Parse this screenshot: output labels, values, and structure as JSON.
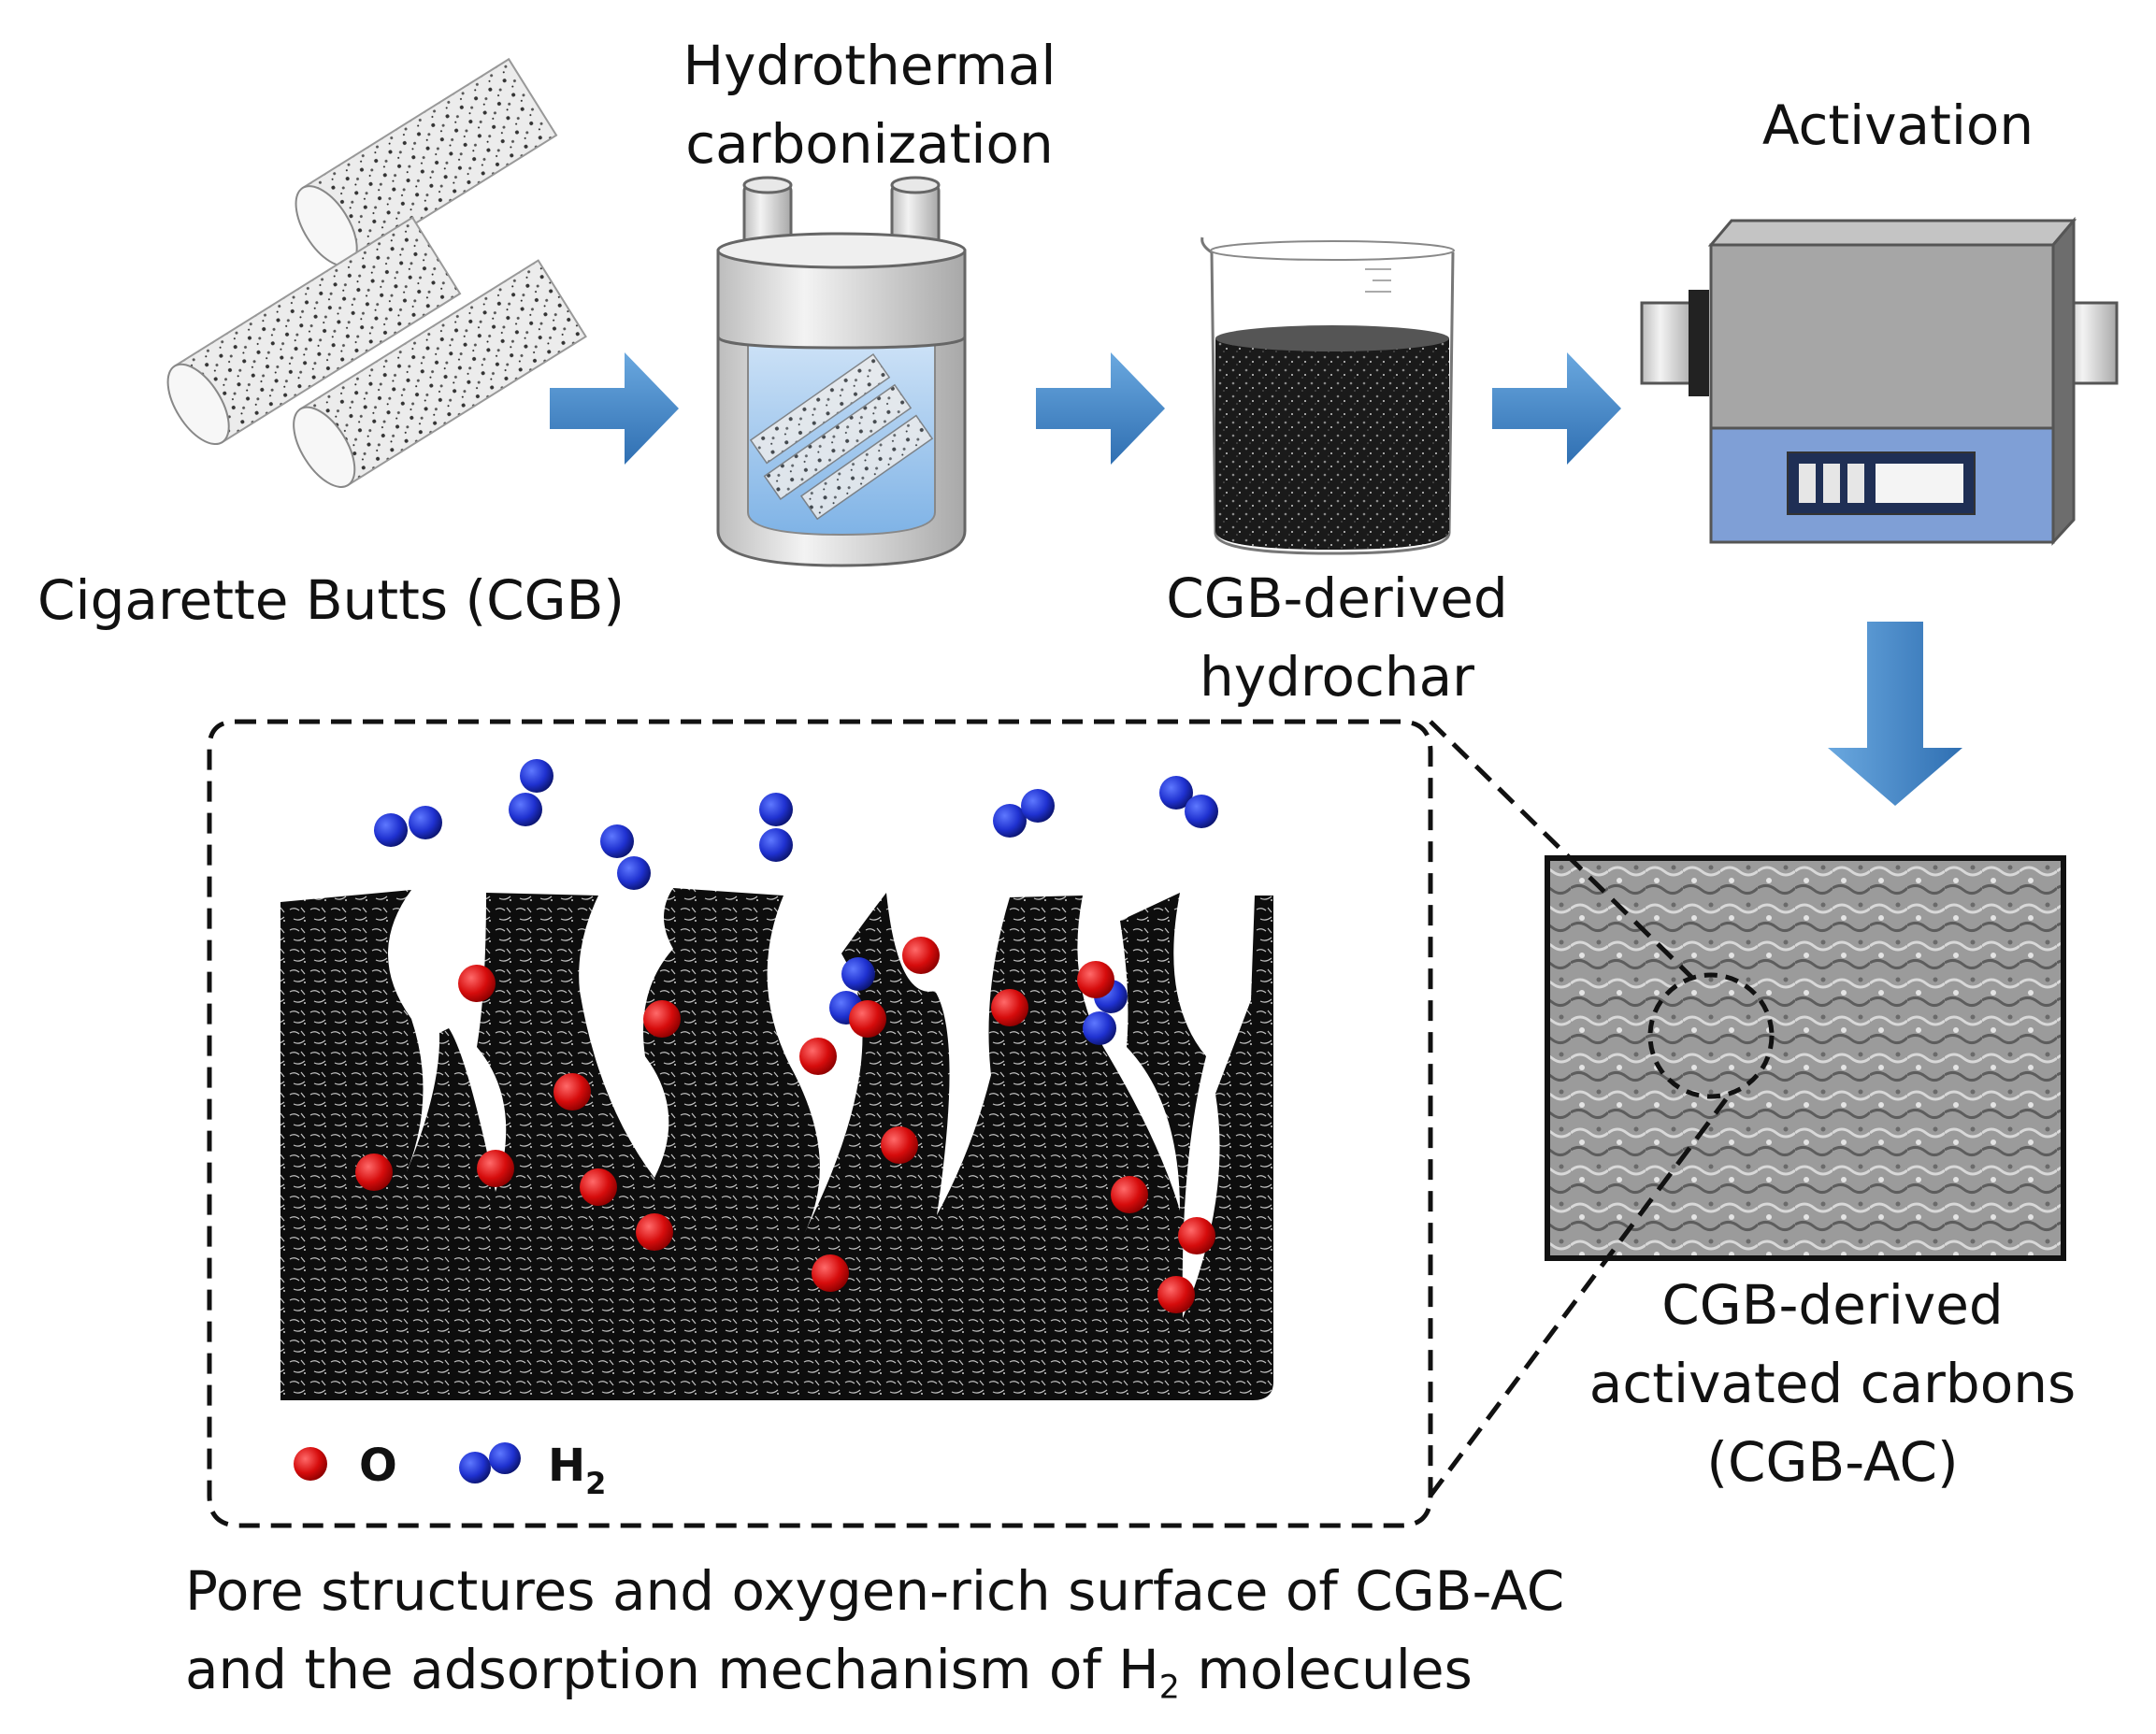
{
  "steps": {
    "cigarette_butts": "Cigarette Butts (CGB)",
    "hydrothermal": [
      "Hydrothermal",
      "carbonization"
    ],
    "hydrochar": [
      "CGB-derived",
      "hydrochar"
    ],
    "activation": "Activation",
    "activated_carbons": [
      "CGB-derived",
      "activated carbons",
      "(CGB-AC)"
    ]
  },
  "legend": {
    "oxygen_label": "O",
    "hydrogen_label": "H",
    "hydrogen_subscript": "2"
  },
  "caption": {
    "line1": "Pore structures and oxygen-rich surface of CGB-AC",
    "line2_prefix": "and the adsorption mechanism of H",
    "line2_subscript": "2",
    "line2_suffix": " molecules"
  },
  "colors": {
    "arrow": "#4a8fcf",
    "oxygen": "#d01010",
    "hydrogen": "#1a2fc8",
    "furnace_body": "#a6a6a6",
    "furnace_panel": "#7f9fd6",
    "carbon": "#111111"
  },
  "icons": {
    "cigarette_butts": "cigarette-butts-illustration",
    "reactor": "hydrothermal-reactor-illustration",
    "beaker": "beaker-illustration",
    "furnace": "tube-furnace-illustration",
    "sem": "sem-micrograph-illustration"
  }
}
